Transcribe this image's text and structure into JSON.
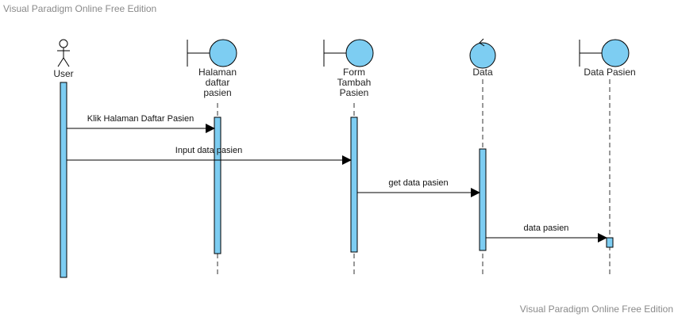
{
  "watermark": {
    "top": "Visual Paradigm Online Free Edition",
    "bottom": "Visual Paradigm Online Free Edition"
  },
  "colors": {
    "fill": "#7dcdf2",
    "stroke": "#000000",
    "lifeline": "#333333"
  },
  "participants": [
    {
      "id": "user",
      "type": "actor",
      "label_lines": [
        "User"
      ]
    },
    {
      "id": "halaman",
      "type": "boundary",
      "label_lines": [
        "Halaman",
        "daftar",
        "pasien"
      ]
    },
    {
      "id": "form",
      "type": "boundary",
      "label_lines": [
        "Form",
        "Tambah",
        "Pasien"
      ]
    },
    {
      "id": "data",
      "type": "control",
      "label_lines": [
        "Data"
      ]
    },
    {
      "id": "datapasien",
      "type": "boundary",
      "label_lines": [
        "Data Pasien"
      ]
    }
  ],
  "messages": [
    {
      "from": "user",
      "to": "halaman",
      "label": "Klik Halaman Daftar Pasien"
    },
    {
      "from": "user",
      "to": "form",
      "label": "Input data pasien"
    },
    {
      "from": "form",
      "to": "data",
      "label": "get data pasien"
    },
    {
      "from": "data",
      "to": "datapasien",
      "label": "data pasien"
    }
  ]
}
